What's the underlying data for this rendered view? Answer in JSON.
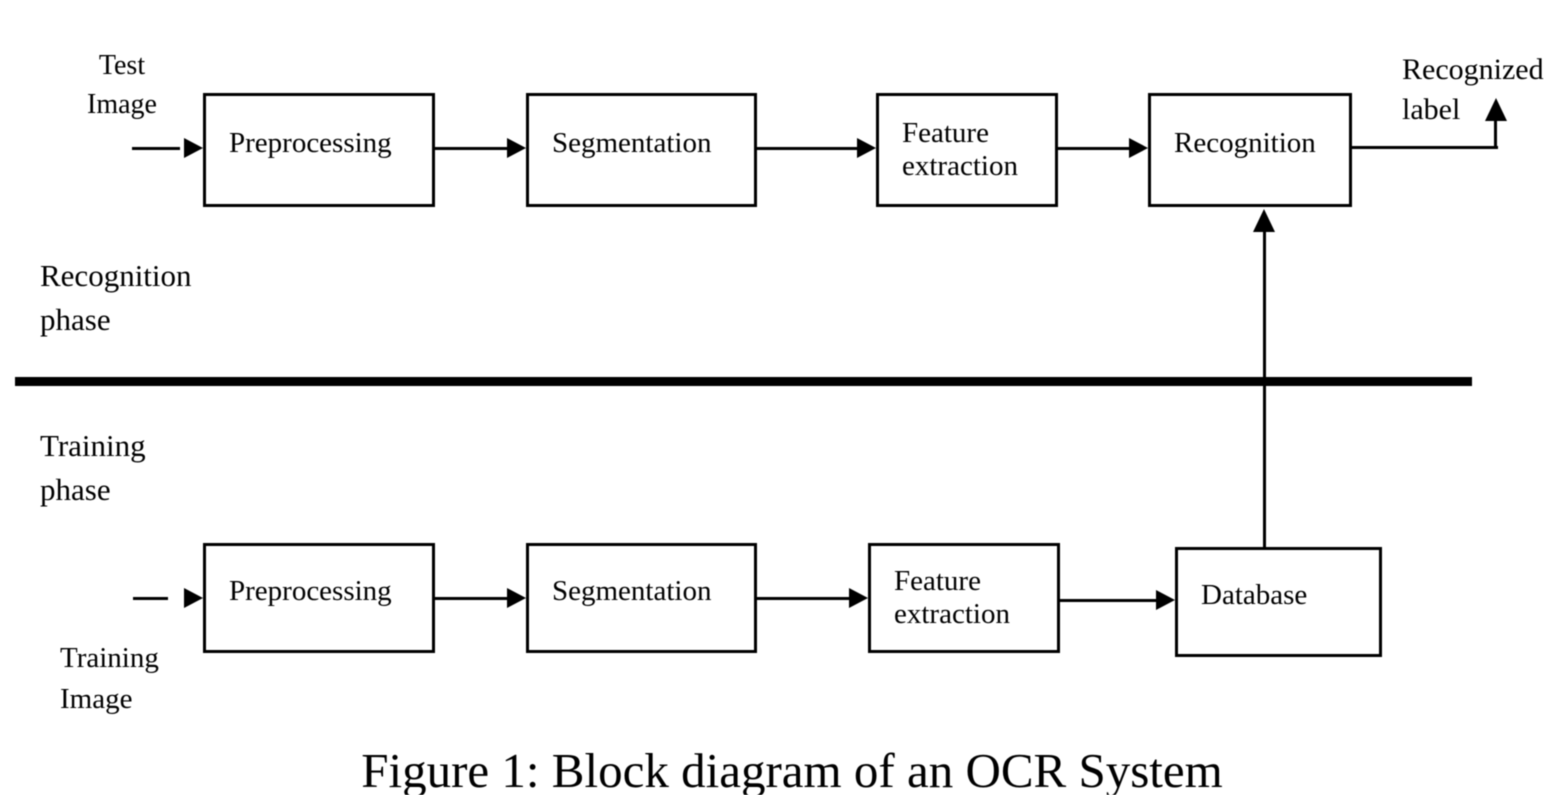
{
  "figure": {
    "caption": "Figure 1: Block diagram of an OCR System",
    "phases": {
      "recognition": {
        "name": [
          "Recognition",
          "phase"
        ]
      },
      "training": {
        "name": [
          "Training",
          "phase"
        ]
      }
    },
    "labels": {
      "test_image": [
        "Test",
        "Image"
      ],
      "recognized_label": [
        "Recognized",
        "label"
      ],
      "training_image": [
        "Training",
        "Image"
      ]
    },
    "boxes": {
      "recognition_row": [
        "Preprocessing",
        "Segmentation",
        "Feature extraction",
        "Recognition"
      ],
      "training_row": [
        "Preprocessing",
        "Segmentation",
        "Feature extraction",
        "Database"
      ]
    },
    "colors": {
      "ink": "#000000",
      "background": "#ffffff"
    }
  }
}
